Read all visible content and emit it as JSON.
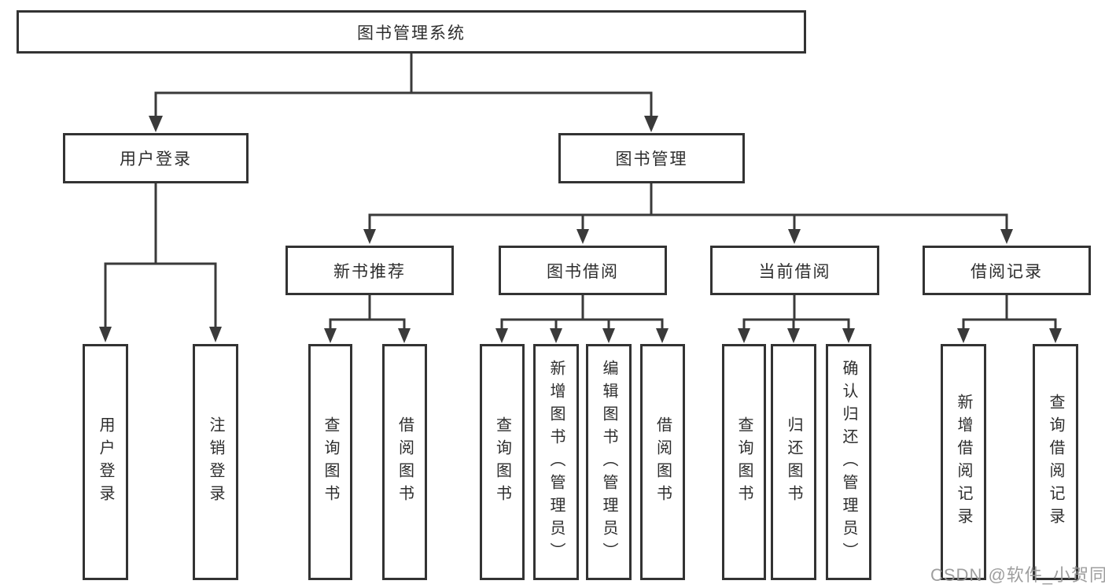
{
  "diagram_title": "图书管理系统",
  "nodes": {
    "root": "图书管理系统",
    "user_login": "用户登录",
    "book_mgmt": "图书管理",
    "new_book_rec": "新书推荐",
    "book_borrow": "图书借阅",
    "current_borrow": "当前借阅",
    "borrow_records": "借阅记录",
    "ul_user_login": "用户登录",
    "ul_logout": "注销登录",
    "nb_query_book": "查询图书",
    "nb_borrow_book": "借阅图书",
    "bb_query_book": "查询图书",
    "bb_add_book": "新增图书（管理员）",
    "bb_edit_book": "编辑图书（管理员）",
    "bb_borrow_book": "借阅图书",
    "cb_query_book": "查询图书",
    "cb_return_book": "归还图书",
    "cb_confirm_return": "确认归还（管理员）",
    "br_add_record": "新增借阅记录",
    "br_query_record": "查询借阅记录"
  },
  "hierarchy": {
    "图书管理系统": {
      "用户登录": [
        "用户登录",
        "注销登录"
      ],
      "图书管理": {
        "新书推荐": [
          "查询图书",
          "借阅图书"
        ],
        "图书借阅": [
          "查询图书",
          "新增图书（管理员）",
          "编辑图书（管理员）",
          "借阅图书"
        ],
        "当前借阅": [
          "查询图书",
          "归还图书",
          "确认归还（管理员）"
        ],
        "借阅记录": [
          "新增借阅记录",
          "查询借阅记录"
        ]
      }
    }
  },
  "watermark": "CSDN @软件_小贺同学",
  "colors": {
    "line": "#3a3a3a",
    "box_border": "#333333",
    "text": "#2d2d2d",
    "watermark": "#969696",
    "background": "#ffffff"
  }
}
